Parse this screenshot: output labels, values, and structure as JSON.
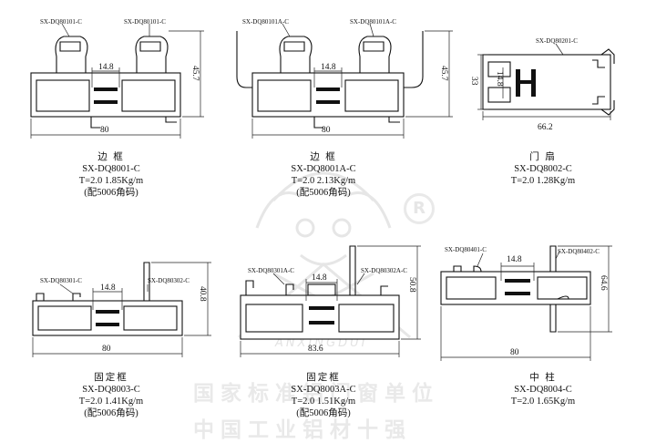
{
  "watermark": {
    "line1": "国家标准铝门窗单位",
    "line2": "中国工业铝材十强",
    "brand": "ANXINGDUI",
    "registered": "R"
  },
  "profiles": [
    {
      "name": "边 框",
      "code": "SX-DQ8001-C",
      "spec": "T=2.0 1.85Kg/m",
      "note": "(配5006角码)",
      "labels": [
        "SX-DQ80101-C",
        "SX-DQ80101-C"
      ],
      "dims": {
        "width": "80",
        "height": "45.7",
        "gap": "14.8"
      }
    },
    {
      "name": "边 框",
      "code": "SX-DQ8001A-C",
      "spec": "T=2.0 2.13Kg/m",
      "note": "(配5006角码)",
      "labels": [
        "SX-DQ80101A-C",
        "SX-DQ80101A-C"
      ],
      "dims": {
        "width": "80",
        "height": "45.7",
        "gap": "14.8"
      }
    },
    {
      "name": "门 扇",
      "code": "SX-DQ8002-C",
      "spec": "T=2.0 1.28Kg/m",
      "note": "",
      "labels": [
        "SX-DQ80201-C"
      ],
      "dims": {
        "width": "66.2",
        "height": "33",
        "gap": "14.8"
      }
    },
    {
      "name": "固定框",
      "code": "SX-DQ8003-C",
      "spec": "T=2.0 1.41Kg/m",
      "note": "(配5006角码)",
      "labels": [
        "SX-DQ80301-C",
        "SX-DQ80302-C"
      ],
      "dims": {
        "width": "80",
        "height": "40.8",
        "gap": "14.8"
      }
    },
    {
      "name": "固定框",
      "code": "SX-DQ8003A-C",
      "spec": "T=2.0 1.51Kg/m",
      "note": "(配5006角码)",
      "labels": [
        "SX-DQ80301A-C",
        "SX-DQ80302A-C"
      ],
      "dims": {
        "width": "83.6",
        "height": "50.8",
        "gap": "14.8"
      }
    },
    {
      "name": "中 柱",
      "code": "SX-DQ8004-C",
      "spec": "T=2.0 1.65Kg/m",
      "note": "",
      "labels": [
        "SX-DQ80401-C",
        "SX-DQ80402-C"
      ],
      "dims": {
        "width": "80",
        "height": "64.6",
        "gap": "14.8"
      }
    }
  ]
}
